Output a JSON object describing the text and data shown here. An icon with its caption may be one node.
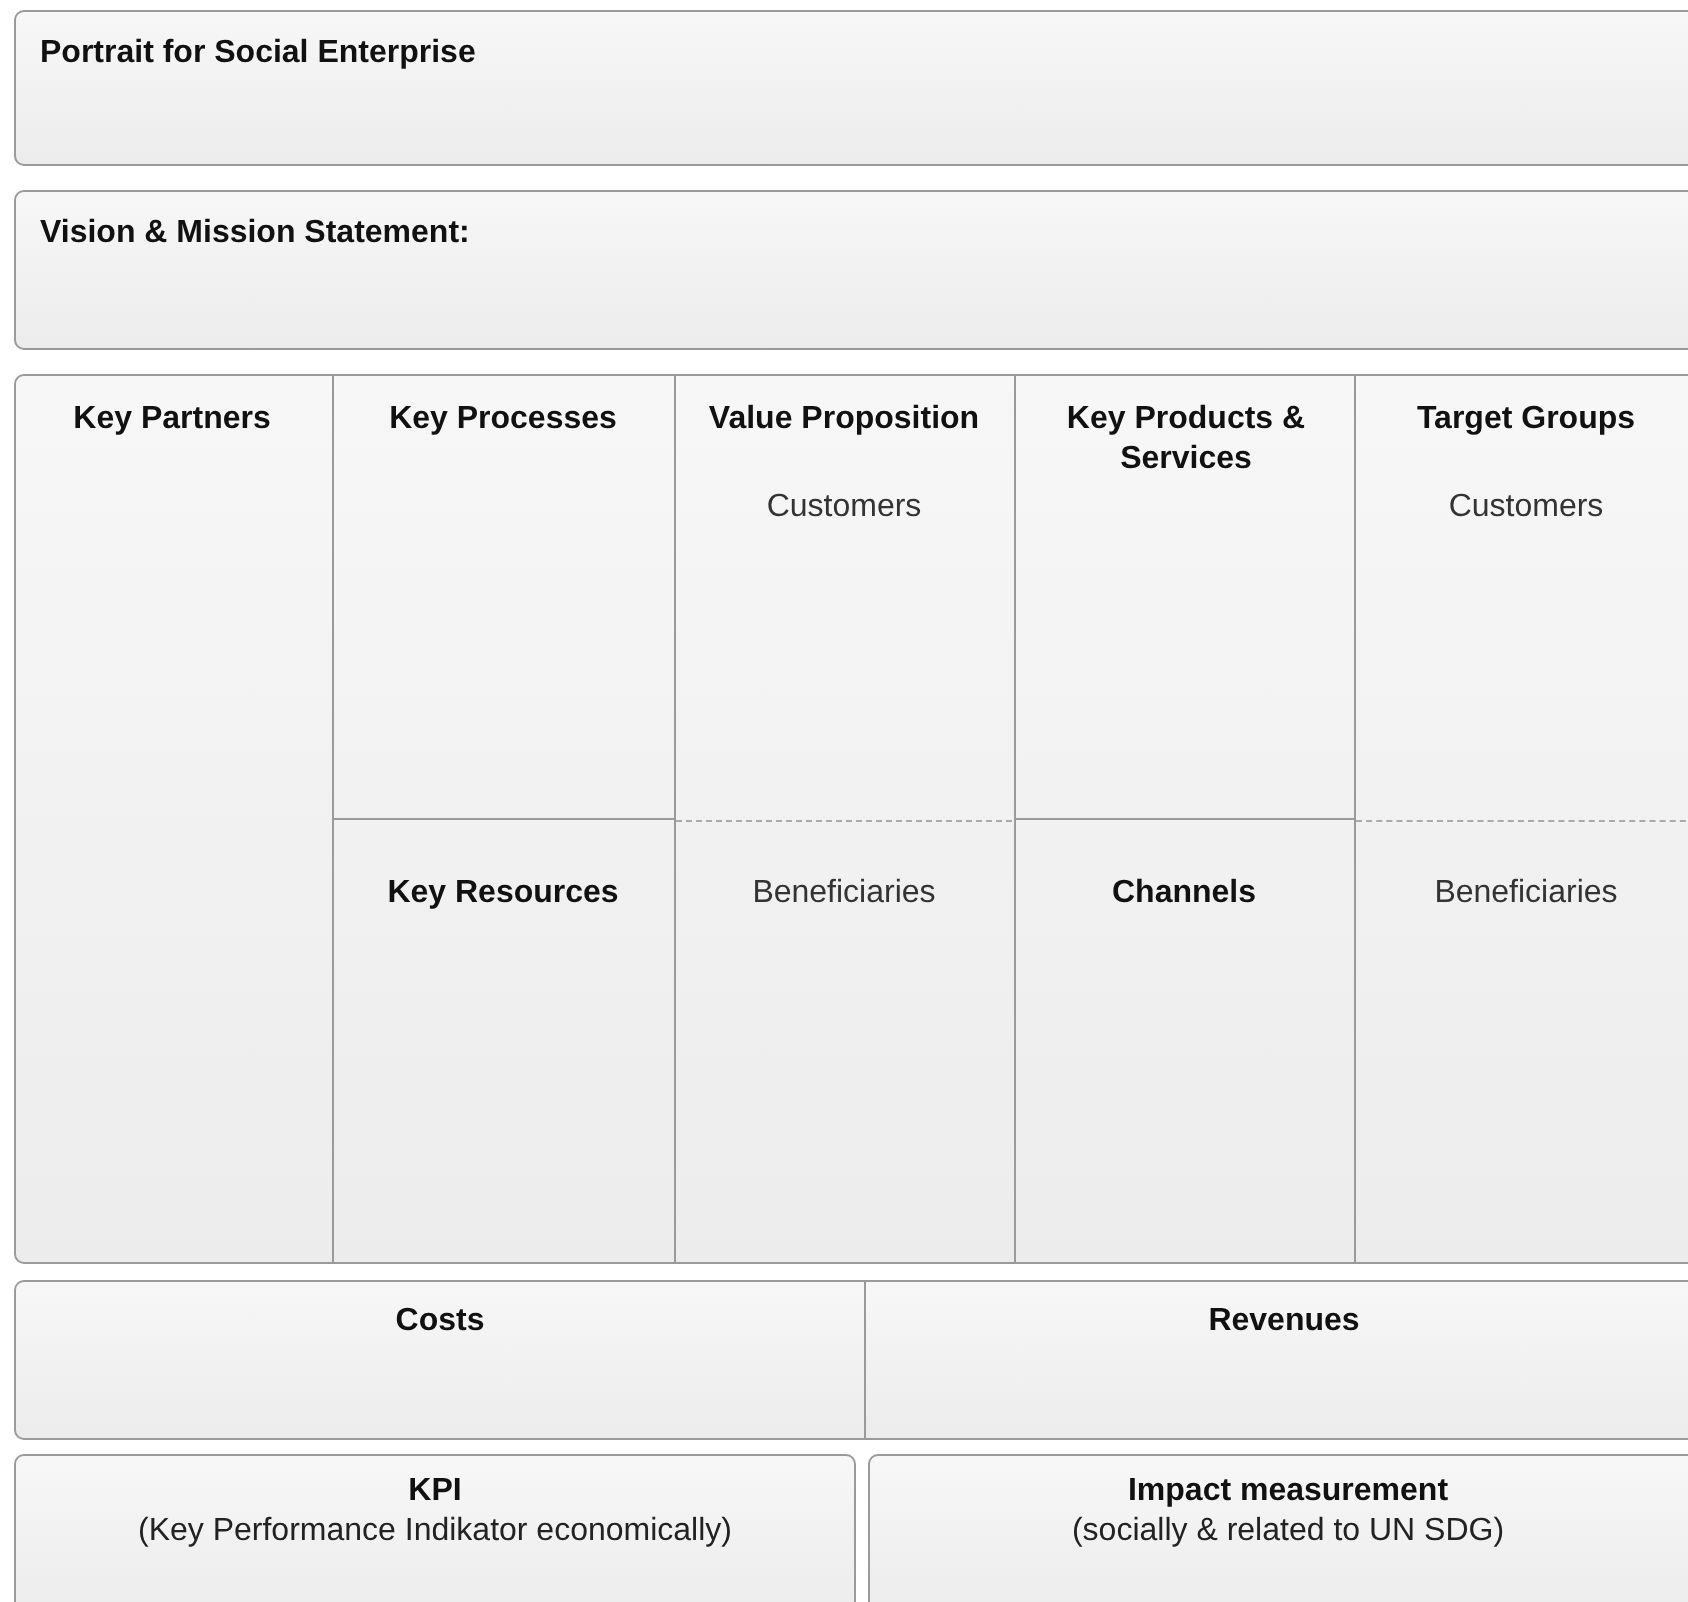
{
  "diagram": {
    "nodes": [
      {
        "text": [
          "Portrait for Social Enterprise"
        ]
      },
      {
        "text": [
          "Vision & Mission Statement:"
        ]
      },
      {
        "text": [],
        "shape": "box"
      },
      {
        "text": [
          "Key Partners"
        ],
        "in": 2
      },
      {
        "text": [
          "Key Processes"
        ],
        "in": 2
      },
      {
        "text": [
          "Key Resources"
        ],
        "in": 2
      },
      {
        "text": [
          "Value Proposition",
          "Customers",
          "Beneficiaries"
        ],
        "in": 2
      },
      {
        "text": [
          "Key Products & Services"
        ],
        "in": 2
      },
      {
        "text": [
          "Channels"
        ],
        "in": 2
      },
      {
        "text": [
          "Target Groups",
          "Customers",
          "Beneficiaries"
        ],
        "in": 2
      },
      {
        "text": [
          "Costs"
        ]
      },
      {
        "text": [
          "Revenues"
        ]
      },
      {
        "text": [
          "KPI",
          "(Key Performance Indikator economically)"
        ]
      },
      {
        "text": [
          "Impact measurement",
          "(socially & related to UN SDG)"
        ]
      }
    ]
  }
}
